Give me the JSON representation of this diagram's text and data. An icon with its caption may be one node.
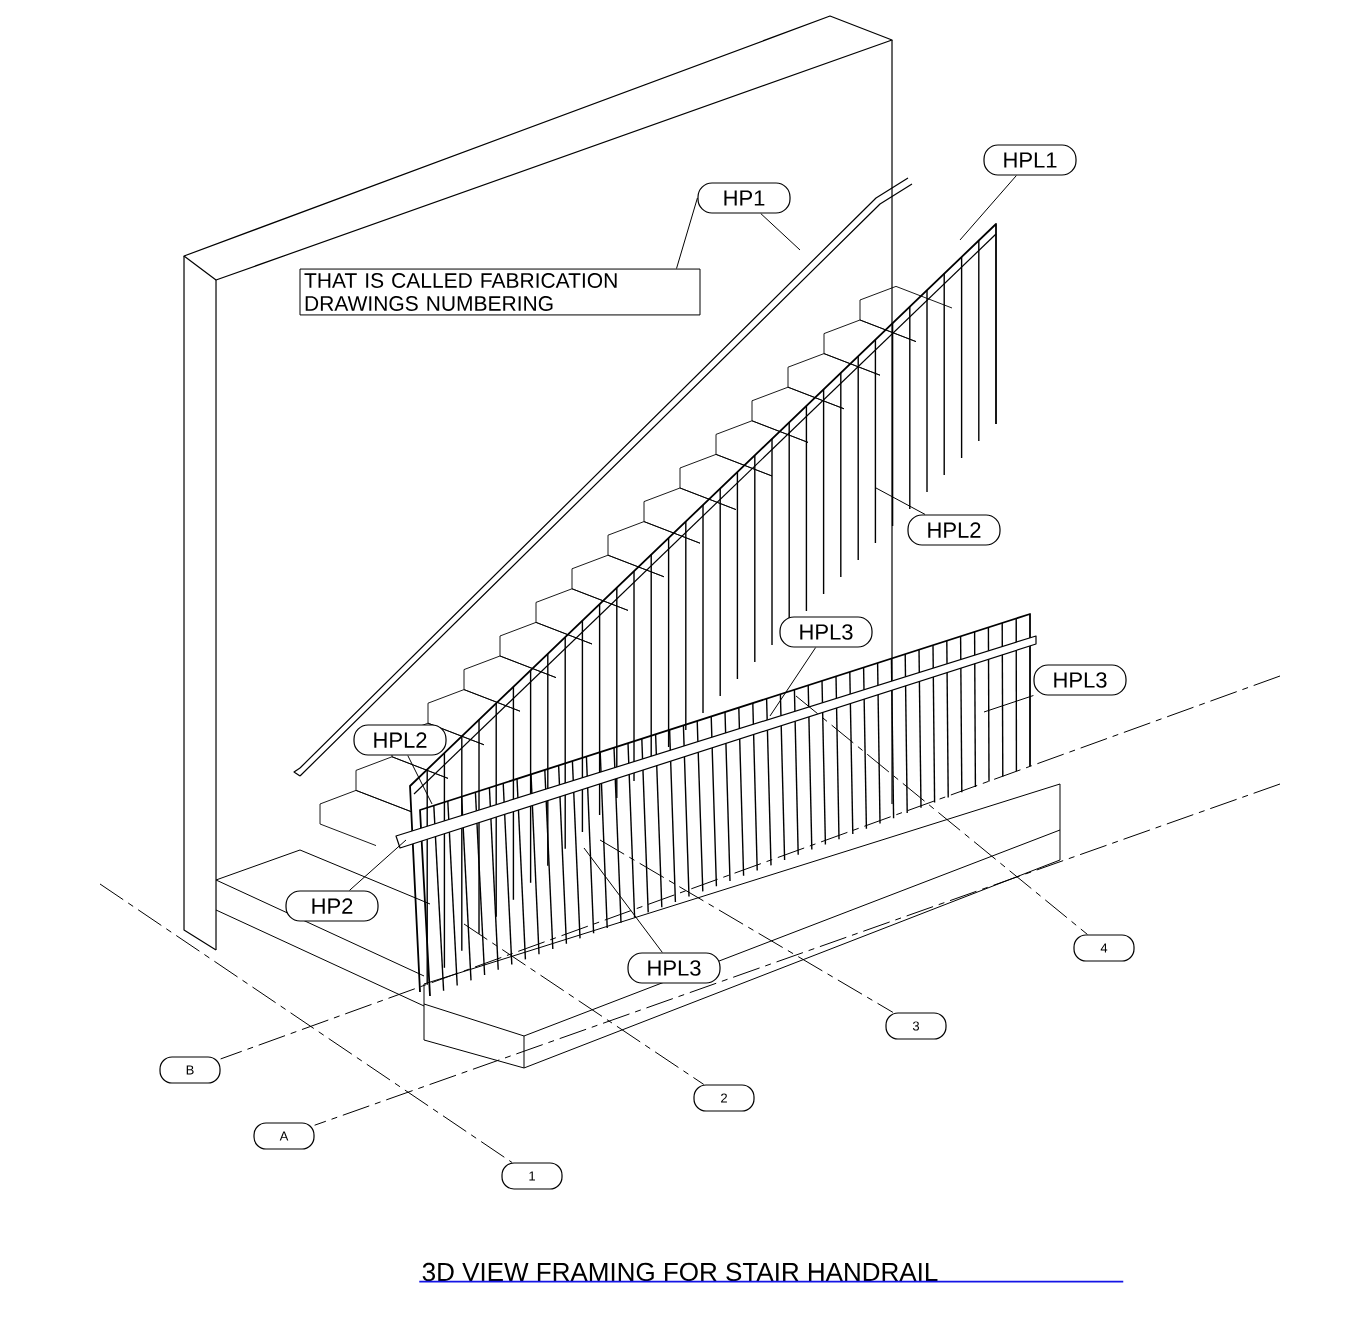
{
  "diagram": {
    "title": "3D VIEW FRAMING FOR STAIR HANDRAIL",
    "nodes": [
      {
        "text": [
          "THAT IS CALLED FABRICATION DRAWINGS NUMBERING"
        ]
      },
      {
        "text": [
          "HP1"
        ]
      },
      {
        "text": [
          "HPL1"
        ]
      },
      {
        "text": [
          "HPL2"
        ]
      },
      {
        "text": [
          "HPL3"
        ]
      },
      {
        "text": [
          "HPL3"
        ]
      },
      {
        "text": [
          "HPL2"
        ]
      },
      {
        "text": [
          "HP2"
        ]
      },
      {
        "text": [
          "HPL3"
        ]
      },
      {
        "text": [
          "1"
        ]
      },
      {
        "text": [
          "2"
        ]
      },
      {
        "text": [
          "3"
        ]
      },
      {
        "text": [
          "4"
        ]
      },
      {
        "text": [
          "B"
        ]
      },
      {
        "text": [
          "A"
        ]
      }
    ],
    "edges": [
      {
        "from": 1,
        "to": 0,
        "arrow": "none"
      },
      {
        "from": 1,
        "to": null,
        "arrow": "none"
      },
      {
        "from": 2,
        "to": null,
        "arrow": "none"
      },
      {
        "from": 3,
        "to": null,
        "arrow": "none"
      },
      {
        "from": 4,
        "to": null,
        "arrow": "none"
      },
      {
        "from": 5,
        "to": null,
        "arrow": "none"
      },
      {
        "from": 6,
        "to": null,
        "arrow": "none"
      },
      {
        "from": 7,
        "to": null,
        "arrow": "none"
      },
      {
        "from": 8,
        "to": null,
        "arrow": "none"
      },
      {
        "from": null,
        "to": 9,
        "arrow": "none",
        "style": "dashed"
      },
      {
        "from": null,
        "to": 10,
        "arrow": "none",
        "style": "dashed"
      },
      {
        "from": null,
        "to": 11,
        "arrow": "none",
        "style": "dashed"
      },
      {
        "from": null,
        "to": 12,
        "arrow": "none",
        "style": "dashed"
      },
      {
        "from": null,
        "to": 13,
        "arrow": "none",
        "style": "dashed"
      },
      {
        "from": null,
        "to": 14,
        "arrow": "none",
        "style": "dashed"
      }
    ]
  }
}
